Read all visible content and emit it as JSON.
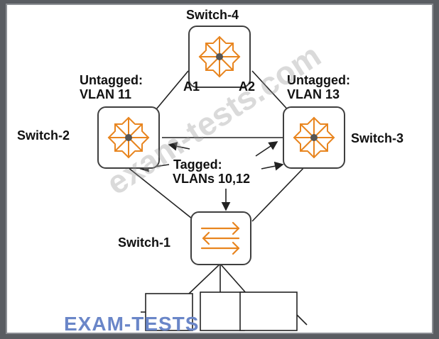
{
  "diagram": {
    "switches": {
      "switch4": "Switch-4",
      "switch2": "Switch-2",
      "switch3": "Switch-3",
      "switch1": "Switch-1"
    },
    "ports": {
      "a1": "A1",
      "a2": "A2"
    },
    "links": {
      "untagged_left_1": "Untagged:",
      "untagged_left_2": "VLAN 11",
      "untagged_right_1": "Untagged:",
      "untagged_right_2": "VLAN 13",
      "tagged_1": "Tagged:",
      "tagged_2": "VLANs 10,12"
    },
    "watermark": "exam-tests.com",
    "brand": "EXAM-TESTS",
    "colors": {
      "router_icon": "#e8851f",
      "border": "#3f3f3f",
      "frame_bg": "#5a5d62",
      "brand": "#6a86c8"
    }
  }
}
